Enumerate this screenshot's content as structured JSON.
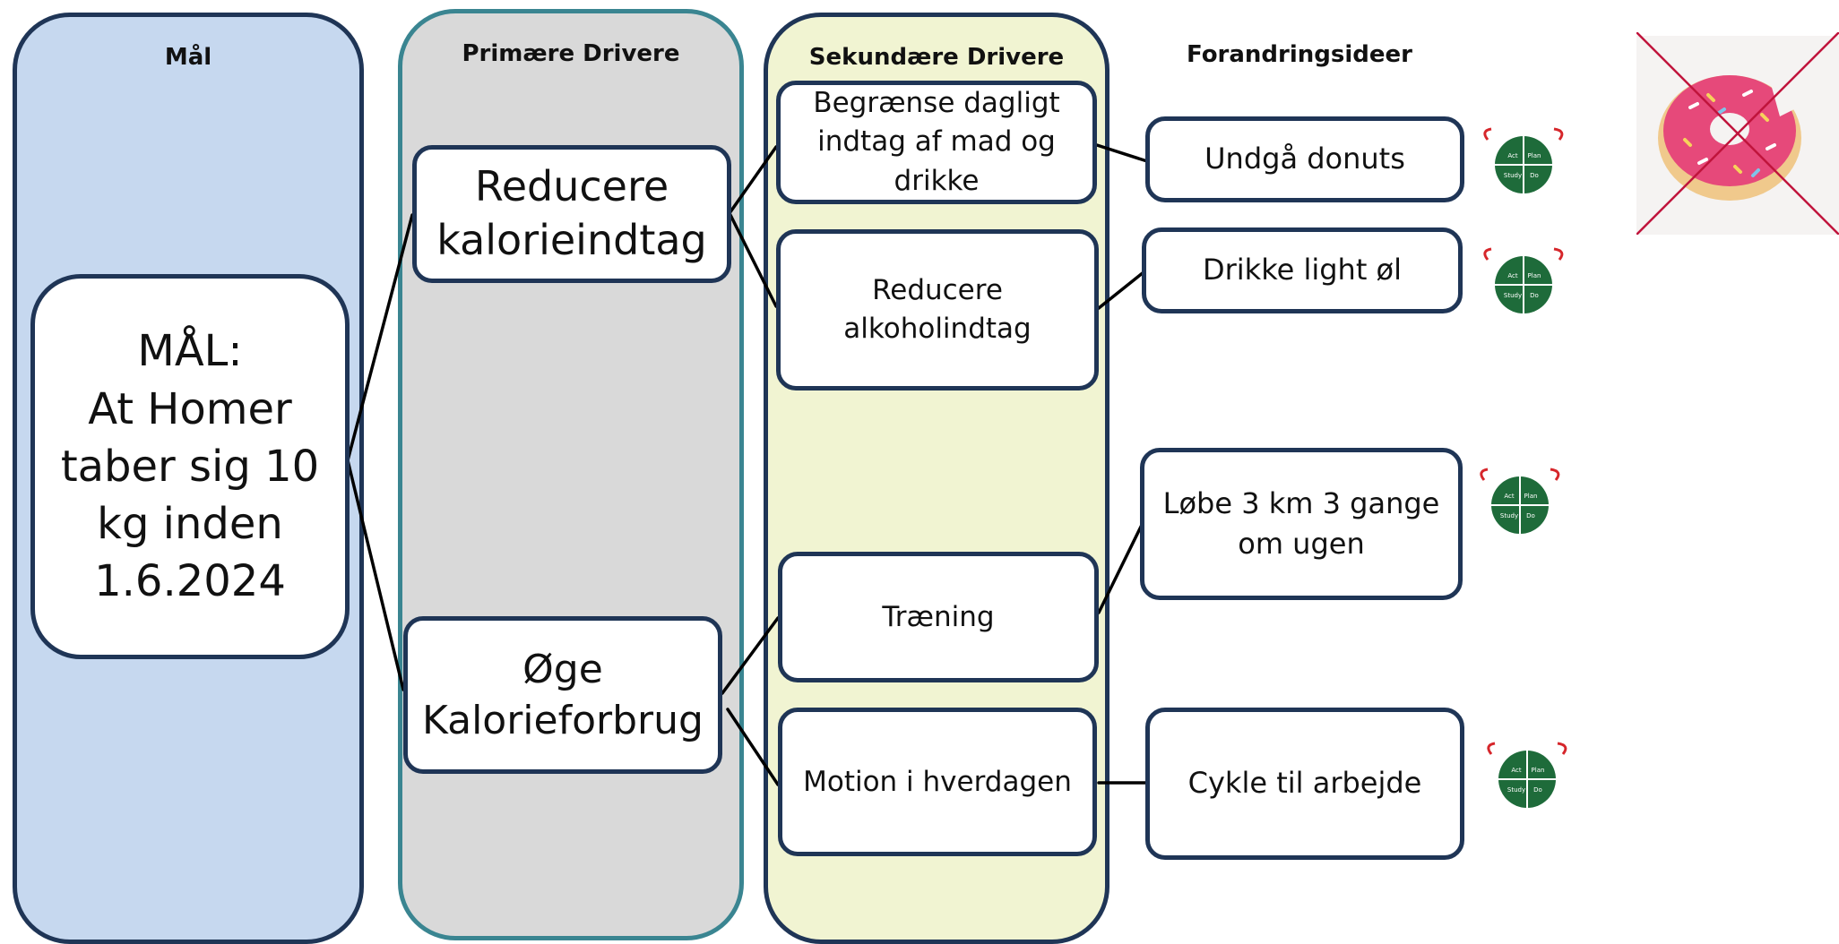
{
  "columns": {
    "goal": "Mål",
    "primary": "Primære Drivere",
    "secondary": "Sekundære Drivere",
    "ideas": "Forandringsideer"
  },
  "goal_box": "MÅL:\nAt Homer\ntaber sig 10\nkg inden\n1.6.2024",
  "primary_drivers": [
    "Reducere\nkalorieindtag",
    "Øge\nKalorieforbrug"
  ],
  "secondary_drivers": [
    "Begrænse dagligt\nindtag af mad og\ndrikke",
    "Reducere\nalkoholindtag",
    "Træning",
    "Motion i hverdagen"
  ],
  "change_ideas": [
    "Undgå donuts",
    "Drikke light øl",
    "Løbe 3 km 3 gange\nom ugen",
    "Cykle til arbejde"
  ],
  "pdsa_labels": {
    "act": "Act",
    "plan": "Plan",
    "study": "Study",
    "do": "Do"
  },
  "colors": {
    "goal_column": "#c6d8ef",
    "primary_column": "#d9d9d9",
    "primary_border": "#3a8591",
    "secondary_column": "#f1f4d2",
    "box_border": "#1f3556",
    "pdsa_green": "#1e6b3a",
    "cross": "#c0143c"
  }
}
